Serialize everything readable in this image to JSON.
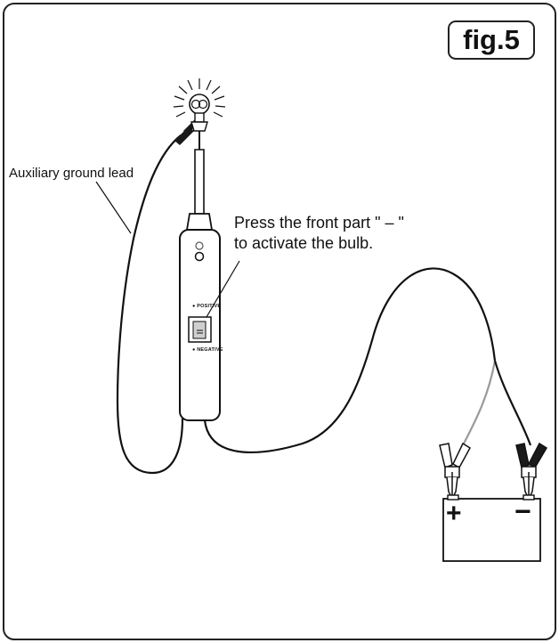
{
  "figure": {
    "label": "fig.5"
  },
  "labels": {
    "auxiliary_ground_lead": "Auxiliary ground lead",
    "instruction_line1": "Press the front part \" – \"",
    "instruction_line2": "to activate the bulb.",
    "positive": "● POSITIVE",
    "negative": "● NEGATIVE"
  },
  "battery": {
    "positive_symbol": "+",
    "negative_symbol": "−"
  },
  "colors": {
    "line": "#111111",
    "positive_wire": "#9a9a9a",
    "clamp_fill": "#ffffff",
    "clamp_dark": "#1a1a1a"
  }
}
